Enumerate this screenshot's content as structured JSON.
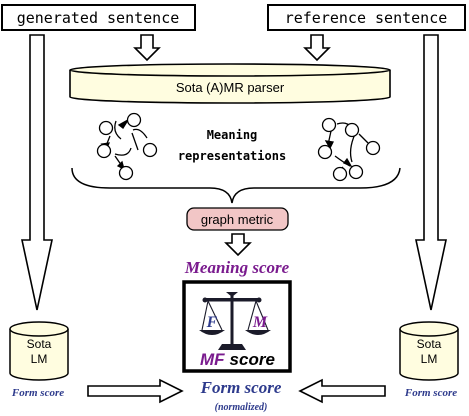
{
  "diagram": {
    "generated_sentence": "generated sentence",
    "reference_sentence": "reference sentence",
    "parser_label": "Sota (A)MR parser",
    "meaning_reps_line1": "Meaning",
    "meaning_reps_line2": "representations",
    "graph_metric": "graph metric",
    "meaning_score": "Meaning score",
    "lm_left_line1": "Sota",
    "lm_left_line2": "LM",
    "lm_right_line1": "Sota",
    "lm_right_line2": "LM",
    "form_score_left": "Form score",
    "form_score_right": "Form score",
    "form_score_center": "Form score",
    "normalized": "(normalized)",
    "scale_letter_f": "F",
    "scale_letter_m": "M",
    "mf_label": "MF",
    "score_label": "score"
  },
  "colors": {
    "purple": "#7a1b8e",
    "navy": "#2d3a8c",
    "graph_metric_fill": "#f2c6c6",
    "lm_fill": "#fffde0",
    "parser_fill": "#fffde0"
  }
}
